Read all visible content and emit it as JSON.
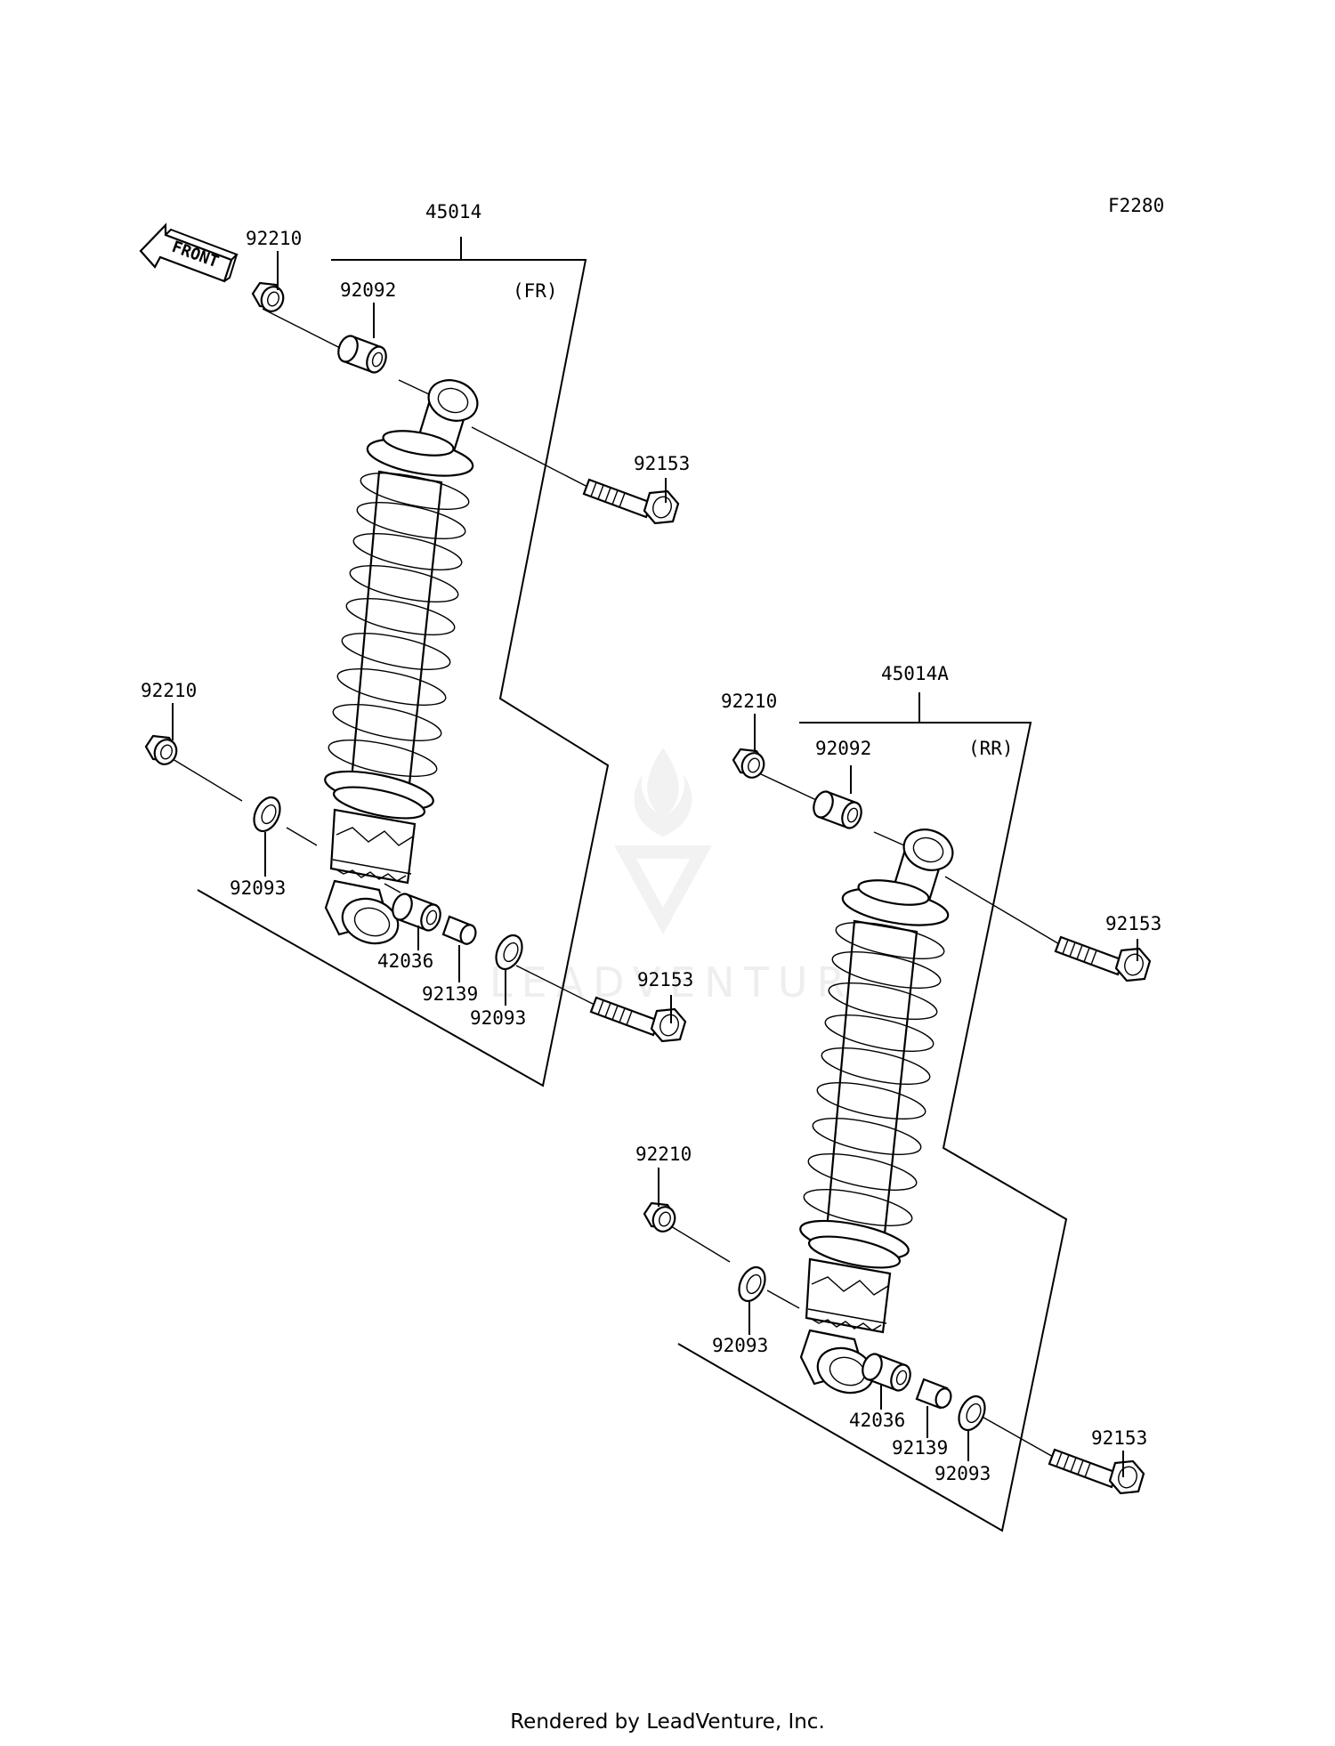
{
  "figure_code": "F2280",
  "front_arrow": {
    "label": "FRONT"
  },
  "watermark": {
    "text": "LEADVENTURE",
    "icon": "leadventure-flame-logo"
  },
  "groups": [
    {
      "assembly_no": "45014",
      "position": "(FR)",
      "parts": {
        "nut_top": "92210",
        "collar_top": "92092",
        "bolt_top": "92153",
        "nut_bottom": "92210",
        "seal_left": "92093",
        "collar_long": "42036",
        "collar_short": "92139",
        "seal_right": "92093",
        "bolt_bottom": "92153"
      }
    },
    {
      "assembly_no": "45014A",
      "position": "(RR)",
      "parts": {
        "nut_top": "92210",
        "collar_top": "92092",
        "bolt_top": "92153",
        "nut_bottom": "92210",
        "seal_left": "92093",
        "collar_long": "42036",
        "collar_short": "92139",
        "seal_right": "92093",
        "bolt_bottom": "92153"
      }
    }
  ],
  "footer": "Rendered by LeadVenture, Inc."
}
